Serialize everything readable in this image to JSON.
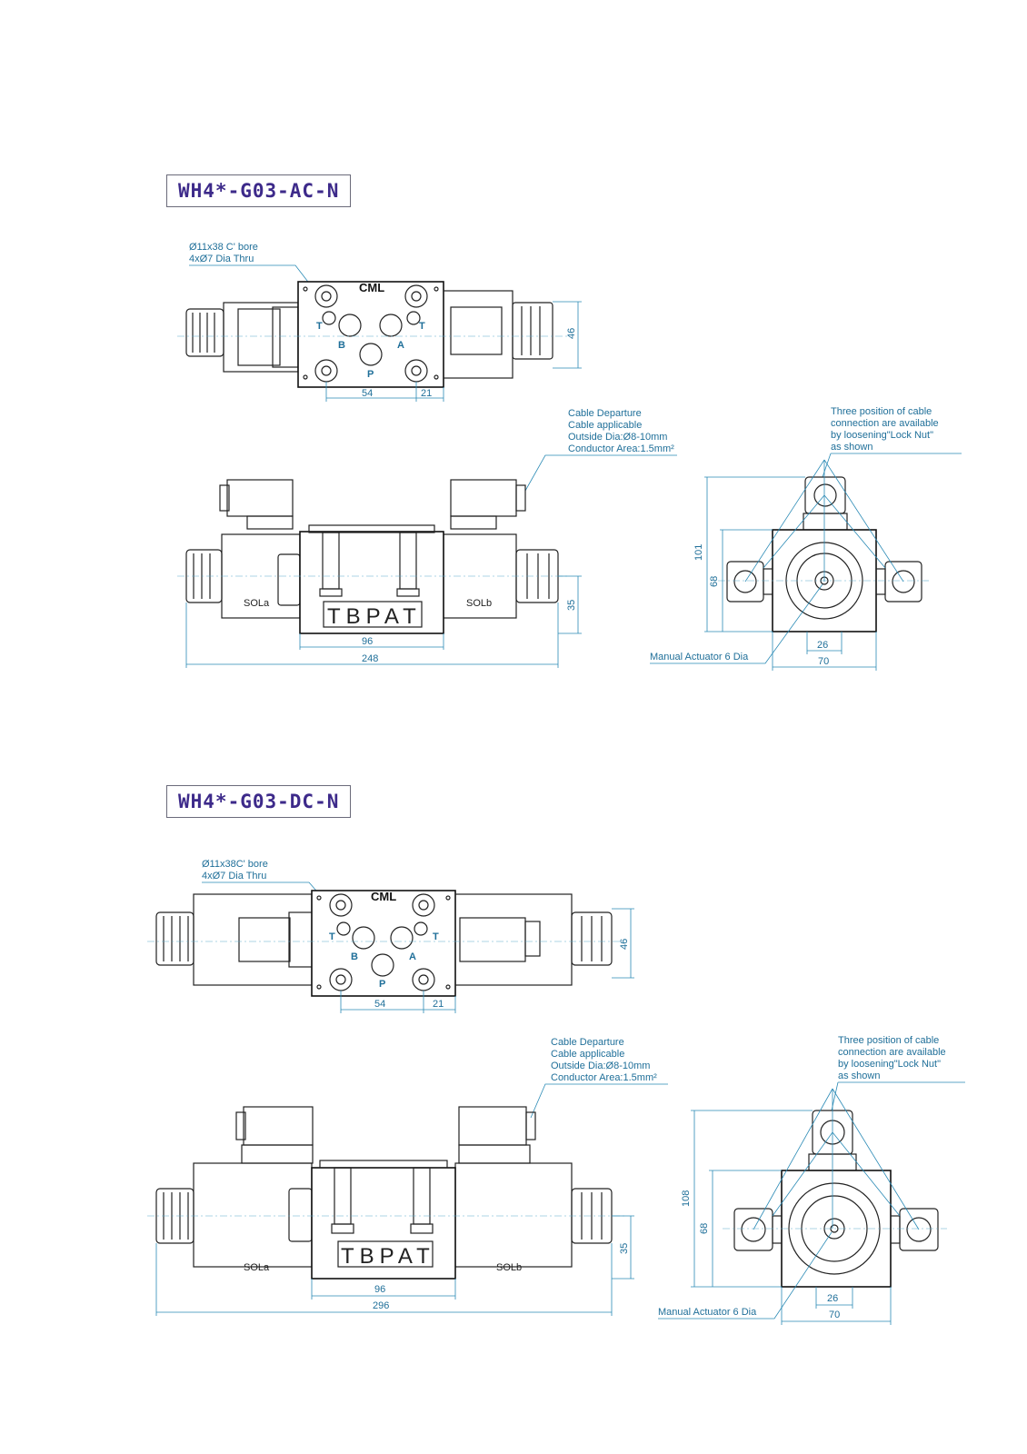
{
  "sections": [
    {
      "title": "WH4*-G03-AC-N",
      "top_view": {
        "bore_note_1": "Ø11x38 C' bore",
        "bore_note_2": "4xØ7 Dia Thru",
        "logo": "CML",
        "ports": [
          "T",
          "T",
          "B",
          "A",
          "P"
        ],
        "dim_54": "54",
        "dim_21": "21",
        "dim_46": "46"
      },
      "front_view": {
        "cable_notes": [
          "Cable Departure",
          "Cable applicable",
          "Outside Dia:Ø8-10mm",
          "Conductor Area:1.5mm²"
        ],
        "body_letters": "TBPAT",
        "sol_a": "SOLa",
        "sol_b": "SOLb",
        "dim_96": "96",
        "dim_total": "248",
        "dim_35": "35"
      },
      "side_view": {
        "lock_notes": [
          "Three position of cable",
          "connection are available",
          "by loosening\"Lock Nut\"",
          "as shown"
        ],
        "manual_actuator": "Manual Actuator 6 Dia",
        "dim_height": "101",
        "dim_68": "68",
        "dim_26": "26",
        "dim_70": "70"
      }
    },
    {
      "title": "WH4*-G03-DC-N",
      "top_view": {
        "bore_note_1": "Ø11x38C' bore",
        "bore_note_2": "4xØ7 Dia Thru",
        "logo": "CML",
        "ports": [
          "T",
          "T",
          "B",
          "A",
          "P"
        ],
        "dim_54": "54",
        "dim_21": "21",
        "dim_46": "46"
      },
      "front_view": {
        "cable_notes": [
          "Cable Departure",
          "Cable applicable",
          "Outside Dia:Ø8-10mm",
          "Conductor Area:1.5mm²"
        ],
        "body_letters": "TBPAT",
        "sol_a": "SOLa",
        "sol_b": "SOLb",
        "dim_96": "96",
        "dim_total": "296",
        "dim_35": "35"
      },
      "side_view": {
        "lock_notes": [
          "Three position of cable",
          "connection are available",
          "by loosening\"Lock Nut\"",
          "as shown"
        ],
        "manual_actuator": "Manual Actuator 6 Dia",
        "dim_height": "108",
        "dim_68": "68",
        "dim_26": "26",
        "dim_70": "70"
      }
    }
  ],
  "colors": {
    "title_text": "#3d2a8a",
    "annotation": "#1f6f99",
    "outline": "#111111"
  }
}
